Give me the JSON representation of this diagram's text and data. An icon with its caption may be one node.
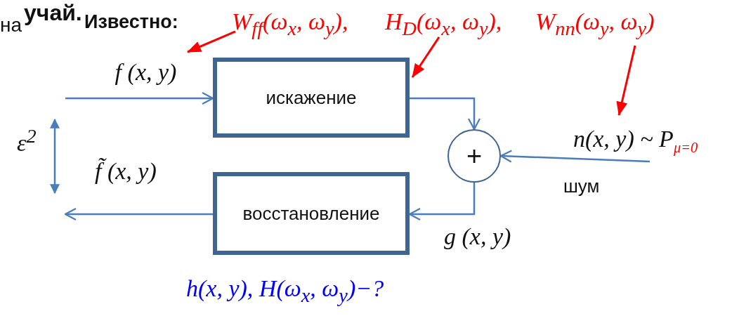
{
  "diagram": {
    "nodes": [
      {
        "text": [
          "W$_{ff}$(ω$_{x}$, ω$_{y}$),"
        ]
      },
      {
        "text": [
          "H$_{D}$(ω$_{x}$, ω$_{y}$),"
        ]
      },
      {
        "text": [
          "W$_{nn}$(ω$_{y}$, ω$_{y}$)"
        ]
      },
      {
        "text": [
          "f (x, y)"
        ]
      },
      {
        "text": [
          "искажение"
        ]
      },
      {
        "text": [
          "+"
        ]
      },
      {
        "text": [
          "n(x, y) ~ P$_{μ=0}$"
        ],
        "beside": [
          "шум"
        ]
      },
      {
        "text": [
          "восстановление"
        ]
      }
    ],
    "edges": [
      {
        "from": null,
        "to": 4,
        "arrow": "to"
      },
      {
        "from": 4,
        "to": 5,
        "arrow": "to"
      },
      {
        "from": 6,
        "to": 5,
        "arrow": "to"
      },
      {
        "from": 5,
        "to": 7,
        "arrow": "to",
        "label": "g (x, y)"
      },
      {
        "from": 7,
        "to": null,
        "arrow": "to",
        "label": "f̃ (x, y)"
      },
      {
        "from": 0,
        "to": 3,
        "arrow": "to",
        "color": "#ff0000"
      },
      {
        "from": 1,
        "to": 4,
        "arrow": "to",
        "color": "#ff0000"
      },
      {
        "from": 2,
        "to": 6,
        "arrow": "to",
        "color": "#ff0000"
      }
    ],
    "labels": [
      "учай.",
      "на",
      "Известно:",
      "ε$^{2}$",
      "h(x, y), H(ω$_{x}$, ω$_{y}$)−?"
    ]
  }
}
